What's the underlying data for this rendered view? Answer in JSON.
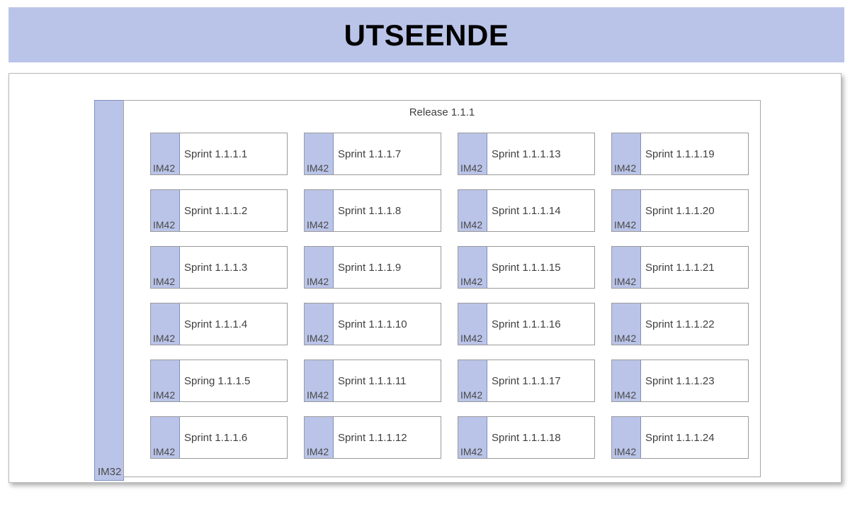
{
  "header": {
    "title": "UTSEENDE",
    "band_color": "#bac4e8"
  },
  "diagram": {
    "outer_lane": {
      "label": "IM32",
      "color": "#bac4e8"
    },
    "release": {
      "title": "Release 1.1.1",
      "columns": 4,
      "rows": 6,
      "sprints": [
        {
          "tab_label": "IM42",
          "label": "Sprint 1.1.1.1"
        },
        {
          "tab_label": "IM42",
          "label": "Sprint 1.1.1.7"
        },
        {
          "tab_label": "IM42",
          "label": "Sprint 1.1.1.13"
        },
        {
          "tab_label": "IM42",
          "label": "Sprint 1.1.1.19"
        },
        {
          "tab_label": "IM42",
          "label": "Sprint 1.1.1.2"
        },
        {
          "tab_label": "IM42",
          "label": "Sprint 1.1.1.8"
        },
        {
          "tab_label": "IM42",
          "label": "Sprint 1.1.1.14"
        },
        {
          "tab_label": "IM42",
          "label": "Sprint 1.1.1.20"
        },
        {
          "tab_label": "IM42",
          "label": "Sprint 1.1.1.3"
        },
        {
          "tab_label": "IM42",
          "label": "Sprint 1.1.1.9"
        },
        {
          "tab_label": "IM42",
          "label": "Sprint 1.1.1.15"
        },
        {
          "tab_label": "IM42",
          "label": "Sprint 1.1.1.21"
        },
        {
          "tab_label": "IM42",
          "label": "Sprint 1.1.1.4"
        },
        {
          "tab_label": "IM42",
          "label": "Sprint 1.1.1.10"
        },
        {
          "tab_label": "IM42",
          "label": "Sprint 1.1.1.16"
        },
        {
          "tab_label": "IM42",
          "label": "Sprint 1.1.1.22"
        },
        {
          "tab_label": "IM42",
          "label": "Spring 1.1.1.5"
        },
        {
          "tab_label": "IM42",
          "label": "Sprint 1.1.1.11"
        },
        {
          "tab_label": "IM42",
          "label": "Sprint 1.1.1.17"
        },
        {
          "tab_label": "IM42",
          "label": "Sprint 1.1.1.23"
        },
        {
          "tab_label": "IM42",
          "label": "Sprint 1.1.1.6"
        },
        {
          "tab_label": "IM42",
          "label": "Sprint 1.1.1.12"
        },
        {
          "tab_label": "IM42",
          "label": "Sprint 1.1.1.18"
        },
        {
          "tab_label": "IM42",
          "label": "Sprint 1.1.1.24"
        }
      ]
    }
  }
}
